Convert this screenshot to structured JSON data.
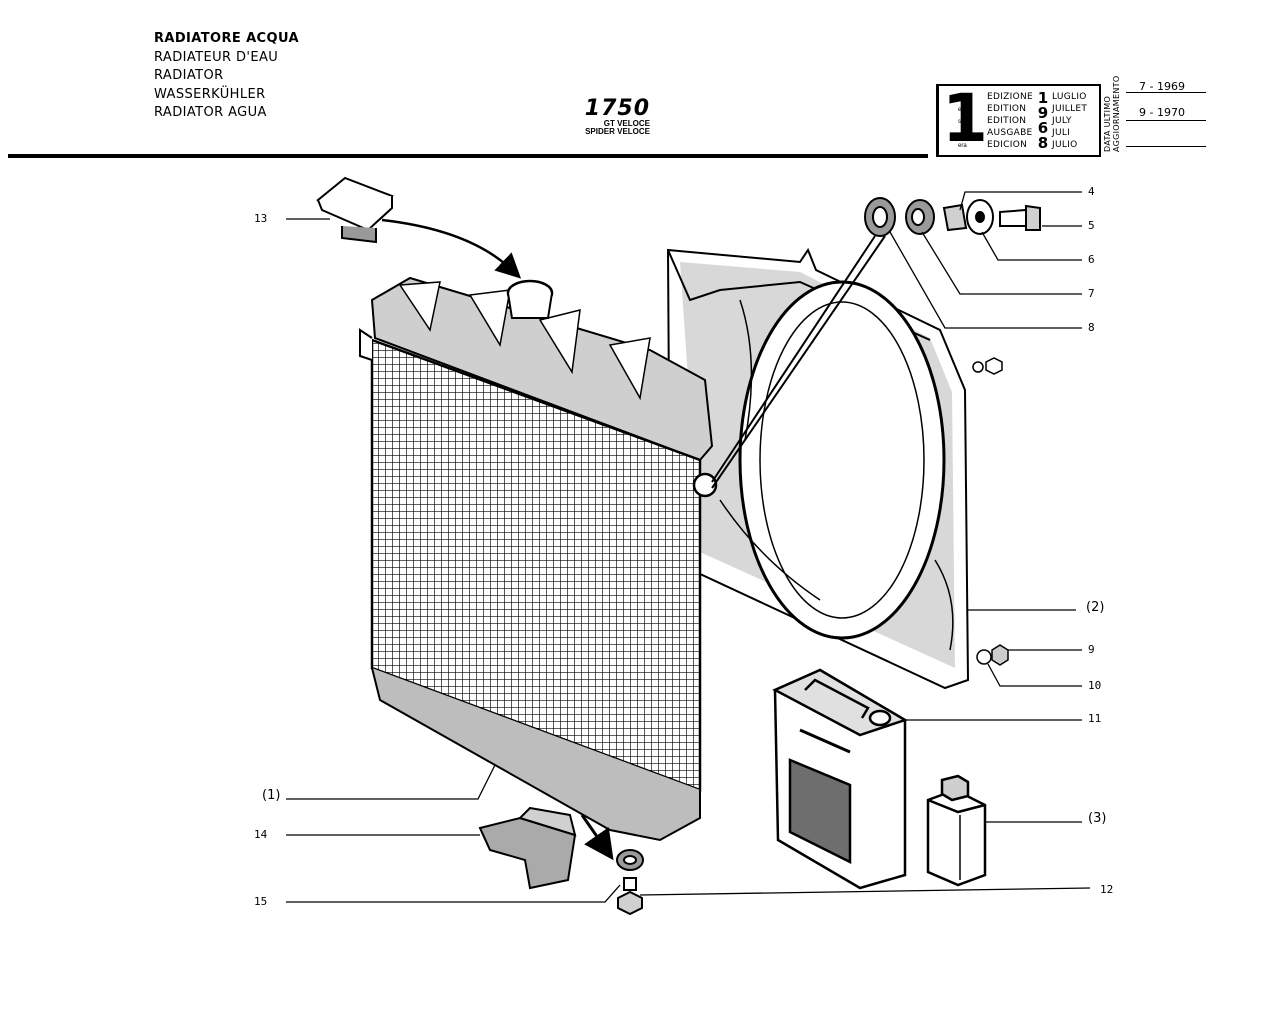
{
  "titles": [
    "RADIATORE ACQUA",
    "RADIATEUR D'EAU",
    "RADIATOR",
    "WASSERKÜHLER",
    "RADIATOR AGUA"
  ],
  "model": {
    "name": "1750",
    "line1": "GT VELOCE",
    "line2": "SPIDER VELOCE"
  },
  "edition": {
    "number": "1",
    "suffixes": [
      "a",
      "ere",
      "st",
      ".",
      "era"
    ],
    "words": [
      "EDIZIONE",
      "EDITION",
      "EDITION",
      "AUSGABE",
      "EDICION"
    ],
    "year": "1968",
    "months": [
      "LUGLIO",
      "JUILLET",
      "JULY",
      "JULI",
      "JULIO"
    ],
    "update_label_1": "DATA ULTIMO",
    "update_label_2": "AGGIORNAMENTO",
    "updates": [
      "7 - 1969",
      "9 - 1970"
    ]
  },
  "callouts": {
    "c13": "13",
    "c4": "4",
    "c5": "5",
    "c6": "6",
    "c7": "7",
    "c8": "8",
    "c2": "(2)",
    "c9": "9",
    "c10": "10",
    "c11": "11",
    "c1": "(1)",
    "c3": "(3)",
    "c14": "14",
    "c12": "12",
    "c15": "15"
  },
  "colors": {
    "ink": "#000000",
    "paper": "#ffffff",
    "shade": "#8a8a8a"
  }
}
